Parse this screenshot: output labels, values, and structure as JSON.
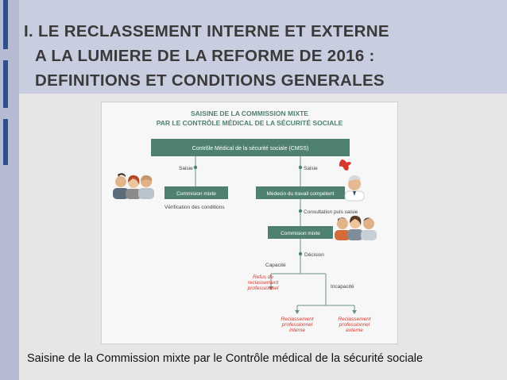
{
  "slide": {
    "title_lines": [
      "I. LE RECLASSEMENT INTERNE ET EXTERNE",
      "A LA LUMIERE DE LA REFORME DE 2016 :",
      "DEFINITIONS ET CONDITIONS GENERALES"
    ],
    "caption": "Saisine de la Commission mixte par le Contrôle médical de la sécurité sociale"
  },
  "diagram": {
    "header": [
      "SAISINE DE LA COMMISSION MIXTE",
      "PAR LE CONTRÔLE MÉDICAL DE LA SÉCURITÉ SOCIALE"
    ],
    "cmss_box": "Contrôle Médical de la sécurité sociale (CMSS)",
    "saisine_left": "Saisie",
    "saisine_right": "Saisie",
    "commission_left": "Commision mixte",
    "verification": "Vérification des conditions",
    "medecin": "Médecin du travail compétent",
    "consultation": "Consultation puis saisie",
    "commission_center": "Commision mixte",
    "decision": "Décision",
    "capacite": "Capacité",
    "incapacite": "Incapacité",
    "refus": [
      "Refus de",
      "reclassement",
      "professionnel"
    ],
    "interne": [
      "Reclassement",
      "professionnel",
      "interne"
    ],
    "externe": [
      "Reclassement",
      "professionnel",
      "externe"
    ],
    "colors": {
      "teal": "#4f8173",
      "red": "#d33a2c",
      "line": "#6b8f86"
    },
    "icons": [
      "people-group-icon",
      "doctor-icon",
      "lion-emblem-icon",
      "people-group-icon"
    ]
  }
}
